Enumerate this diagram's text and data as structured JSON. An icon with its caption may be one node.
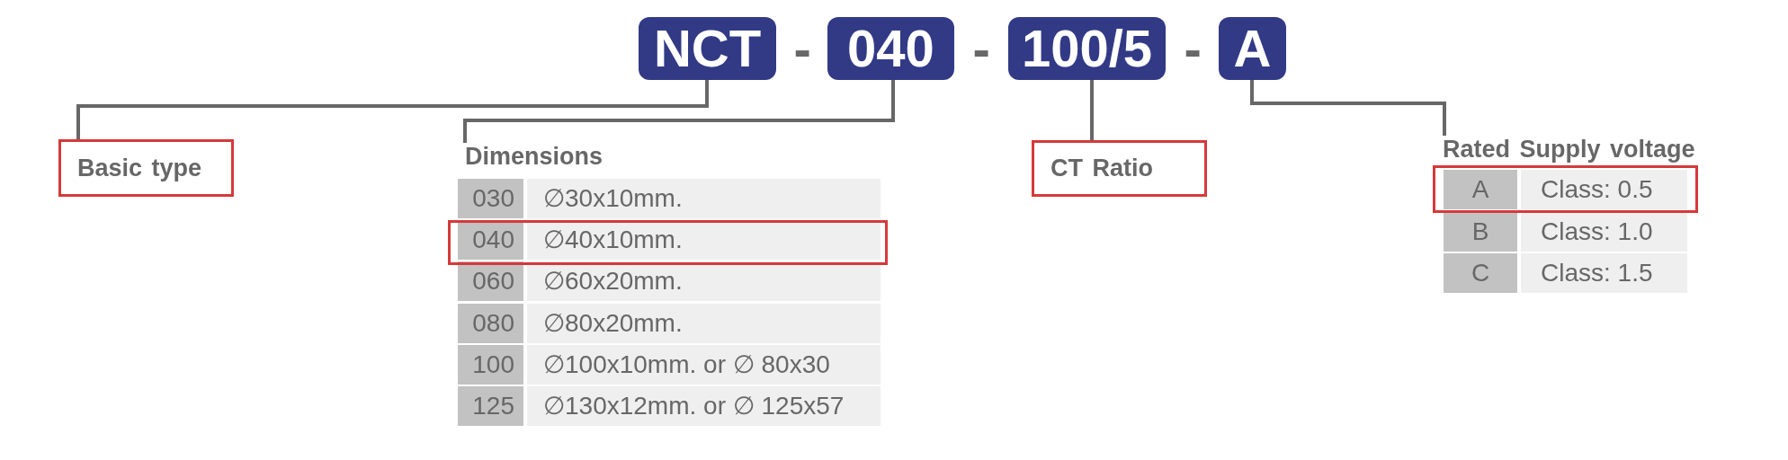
{
  "diagram": {
    "nodes": [
      {
        "text": [
          "NCT"
        ]
      },
      {
        "text": [
          "040"
        ]
      },
      {
        "text": [
          "100/5"
        ]
      },
      {
        "text": [
          "A"
        ]
      },
      {
        "text": [
          "Basic type"
        ]
      },
      {
        "text": [
          "Dimensions"
        ]
      },
      {
        "text": [
          "CT Ratio"
        ]
      },
      {
        "text": [
          "Rated Supply voltage"
        ]
      }
    ],
    "edges": [
      {
        "from": 0,
        "to": 4,
        "arrow": "none"
      },
      {
        "from": 1,
        "to": 5,
        "arrow": "none"
      },
      {
        "from": 2,
        "to": 6,
        "arrow": "none"
      },
      {
        "from": 3,
        "to": 7,
        "arrow": "none"
      }
    ],
    "labels": [
      "-",
      "-",
      "-",
      "030",
      "∅30x10mm.",
      "040",
      "∅40x10mm.",
      "060",
      "∅60x20mm.",
      "080",
      "∅80x20mm.",
      "100",
      "∅100x10mm. or ∅ 80x30",
      "125",
      "∅130x12mm. or ∅ 125x57",
      "A",
      "Class: 0.5",
      "B",
      "Class: 1.0",
      "C",
      "Class: 1.5"
    ]
  }
}
